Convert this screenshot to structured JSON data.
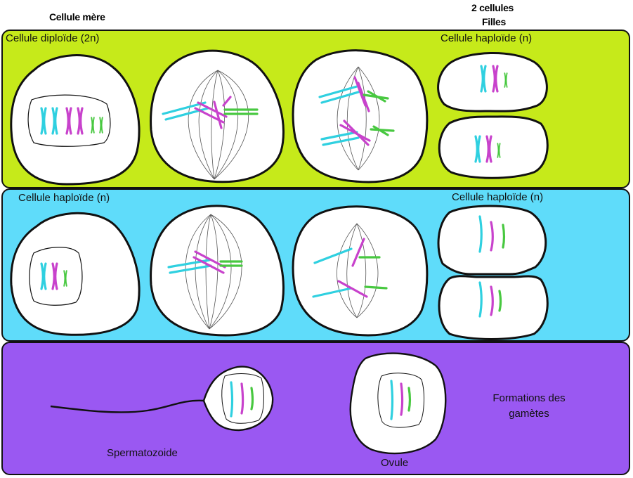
{
  "header": {
    "mother_cell": "Cellule mère",
    "daughters_line1": "2 cellules",
    "daughters_line2": "Filles"
  },
  "panels": {
    "meiosis1": {
      "color": "#c6ea1a",
      "label_left": "Cellule diploïde (2n)",
      "label_right": "Cellule haploïde (n)"
    },
    "meiosis2": {
      "color": "#5fdcfa",
      "label_left": "Cellule haploïde (n)",
      "label_right": "Cellule haploïde (n)"
    },
    "gametes": {
      "color": "#9a58f2",
      "label_sperm": "Spermatozoide",
      "label_ovule": "Ovule",
      "label_formation": "Formations des gamètes"
    }
  },
  "colors": {
    "cyan": "#2fd0e0",
    "magenta": "#c842cc",
    "green": "#48c840",
    "outline": "#111111",
    "spindle": "#555555"
  }
}
